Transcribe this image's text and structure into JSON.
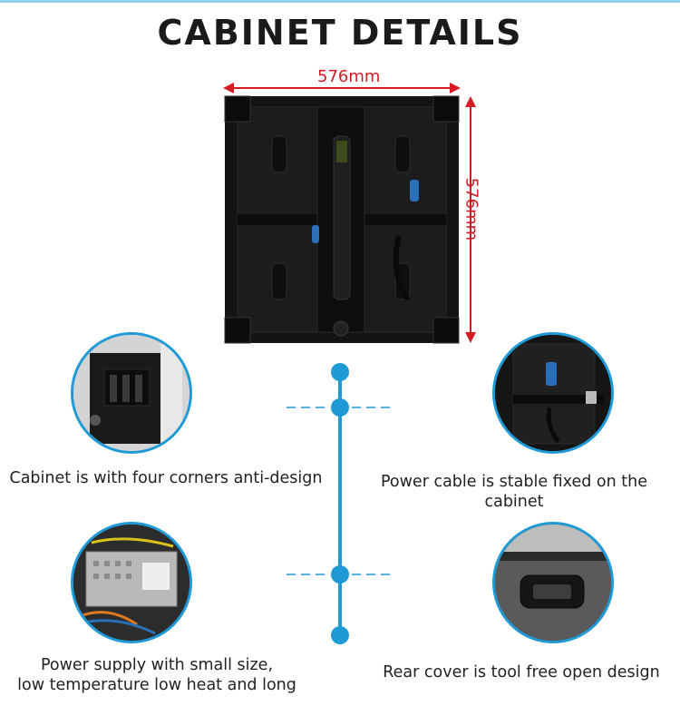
{
  "title": "CABINET DETAILS",
  "dimensions": {
    "width": "576mm",
    "height": "576mm"
  },
  "features": [
    {
      "caption_lines": [
        "Cabinet is with four corners anti-design"
      ]
    },
    {
      "caption_lines": [
        "Power cable is stable fixed on the cabinet"
      ]
    },
    {
      "caption_lines": [
        "Power supply with small size,",
        "low temperature low heat and long"
      ]
    },
    {
      "caption_lines": [
        "Rear cover is tool free open design"
      ]
    }
  ],
  "colors": {
    "accent_blue": "#1f9ad6",
    "dimension_red": "#d21b23",
    "cabinet_black": "#141414"
  }
}
